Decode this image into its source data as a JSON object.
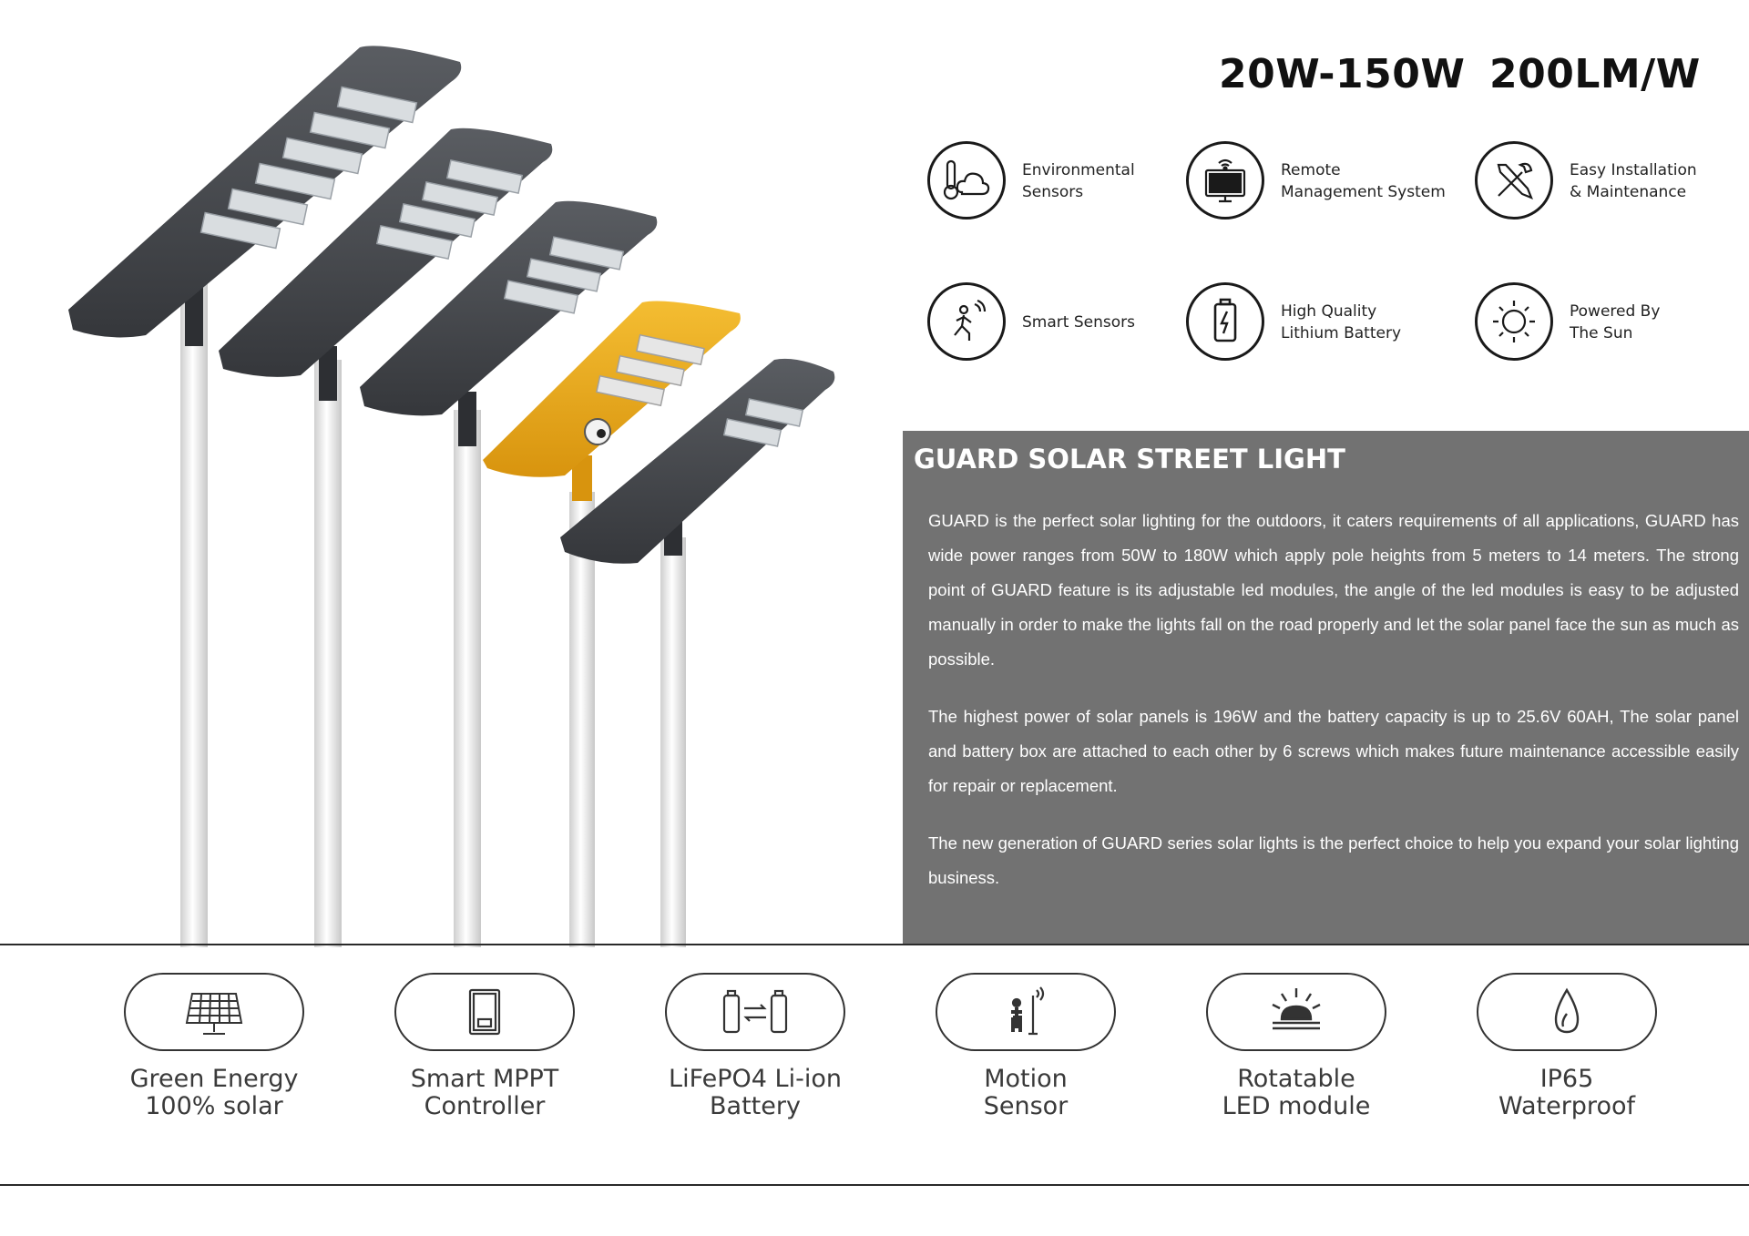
{
  "specs": {
    "power": "20W-150W",
    "efficacy": "200LM/W"
  },
  "features": [
    {
      "label": "Environmental\nSensors",
      "icon": "thermometer-cloud-icon"
    },
    {
      "label": "Remote\nManagement System",
      "icon": "remote-monitor-icon"
    },
    {
      "label": "Easy Installation\n& Maintenance",
      "icon": "wrench-screwdriver-icon"
    },
    {
      "label": "Smart Sensors",
      "icon": "motion-person-icon"
    },
    {
      "label": "High Quality\nLithium Battery",
      "icon": "battery-bolt-icon"
    },
    {
      "label": "Powered By\nThe Sun",
      "icon": "sun-icon"
    }
  ],
  "description": {
    "title": "GUARD SOLAR STREET LIGHT",
    "paragraphs": [
      "GUARD is the perfect solar lighting for the outdoors, it caters requirements of all applications, GUARD has wide power ranges from 50W to 180W which apply pole heights from 5 meters to 14 meters.    The strong point of GUARD    feature is its adjustable led modules, the angle of the led modules is easy to be adjusted manually in order to make the lights fall on the road properly and let the solar panel face the sun as much as possible.",
      "The highest power of solar panels is 196W and the battery capacity is up to 25.6V 60AH, The solar panel and battery box are attached to each other by 6 screws which makes future maintenance accessible easily for repair or replacement.",
      "The new generation of GUARD    series solar lights is the perfect choice to help you expand your solar lighting business."
    ]
  },
  "badges": [
    {
      "label": "Green Energy\n100% solar",
      "icon": "solar-panel-icon"
    },
    {
      "label": "Smart MPPT\nController",
      "icon": "controller-icon"
    },
    {
      "label": "LiFePO4 Li-ion\nBattery",
      "icon": "battery-swap-icon"
    },
    {
      "label": "Motion\nSensor",
      "icon": "motion-sensor-icon"
    },
    {
      "label": "Rotatable\nLED module",
      "icon": "rotatable-led-icon"
    },
    {
      "label": "IP65\nWaterproof",
      "icon": "water-drop-icon"
    }
  ],
  "colors": {
    "panel": "#727272",
    "lamp_gray": "#4a4d52",
    "lamp_gold": "#e9a91c",
    "pole": "#eeeeee"
  }
}
